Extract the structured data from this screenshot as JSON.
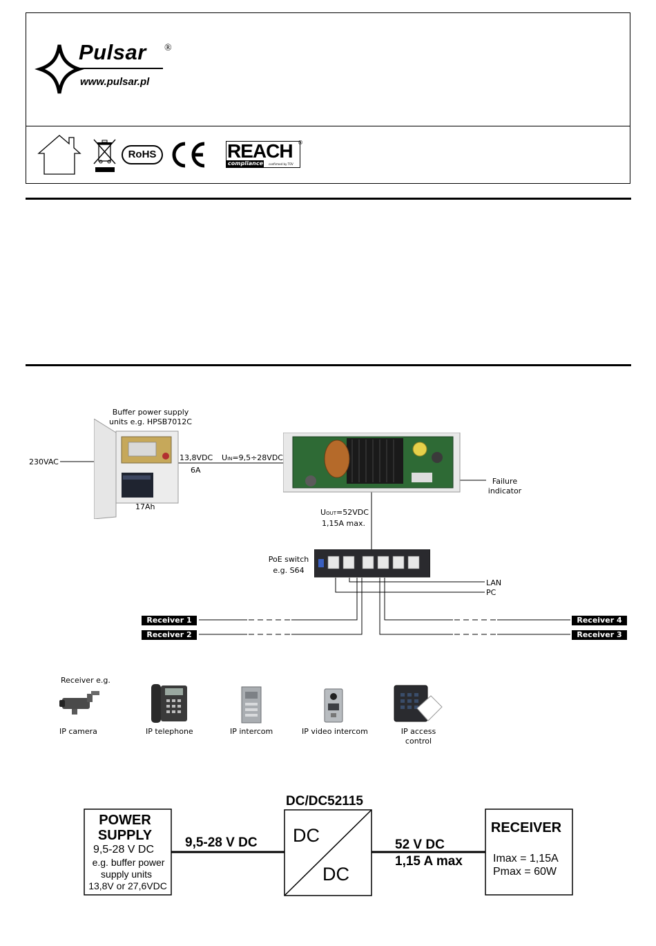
{
  "logo": {
    "brand": "Pulsar",
    "registered": "®",
    "url": "www.pulsar.pl"
  },
  "certifications": {
    "rohs": "RoHS",
    "ce": "CE",
    "reach_big": "REACH",
    "reach_small": "compliance",
    "reach_tiny": "confirmed by TÜV"
  },
  "wiring": {
    "buffer_psu_caption_line1": "Buffer power supply",
    "buffer_psu_caption_line2": "units e.g. HPSB7012C",
    "mains": "230VAC",
    "psu_out_voltage": "13,8VDC",
    "psu_out_current": "6A",
    "battery": "17Ah",
    "uin_prefix": "U",
    "uin_sub": "IN",
    "uin_value": "=9,5÷28VDC",
    "failure_line1": "Failure",
    "failure_line2": "indicator",
    "uout_prefix": "U",
    "uout_sub": "OUT",
    "uout_value": "=52VDC",
    "uout_current": "1,15A max.",
    "poe_line1": "PoE switch",
    "poe_line2": "e.g. S64",
    "lan": "LAN",
    "pc": "PC",
    "receiver1": "Receiver 1",
    "receiver2": "Receiver 2",
    "receiver3": "Receiver 3",
    "receiver4": "Receiver 4"
  },
  "receivers": {
    "caption": "Receiver e.g.",
    "items": [
      {
        "label": "IP camera"
      },
      {
        "label": "IP telephone"
      },
      {
        "label": "IP intercom"
      },
      {
        "label": "IP video intercom"
      },
      {
        "label_line1": "IP access",
        "label_line2": "control"
      }
    ]
  },
  "block_diagram": {
    "psu_title1": "POWER",
    "psu_title2": "SUPPLY",
    "psu_range": "9,5-28 V DC",
    "psu_eg1": "e.g. buffer power",
    "psu_eg2": "supply units",
    "psu_eg3": "13,8V or 27,6VDC",
    "input_label": "9,5-28 V DC",
    "converter_title": "DC/DC52115",
    "dc_top": "DC",
    "dc_bottom": "DC",
    "output_voltage": "52 V DC",
    "output_current": "1,15 A max",
    "receiver_title": "RECEIVER",
    "imax": "Imax = 1,15A",
    "pmax": "Pmax = 60W"
  }
}
